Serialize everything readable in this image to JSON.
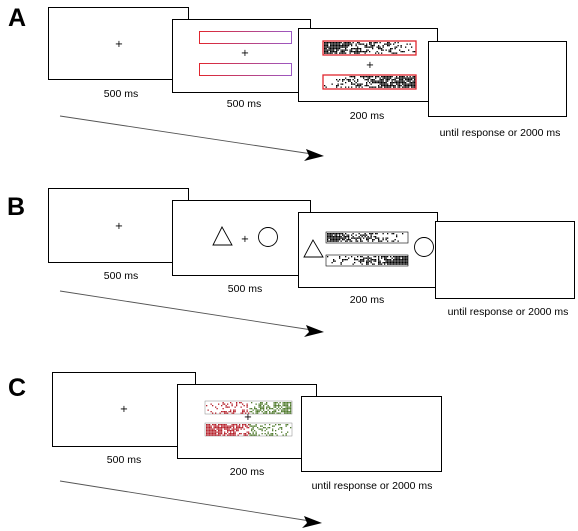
{
  "panels": [
    {
      "letter": "A",
      "fixation": "+",
      "durations": [
        "500 ms",
        "500 ms",
        "200 ms",
        "until response or 2000 ms"
      ]
    },
    {
      "letter": "B",
      "fixation": "+",
      "durations": [
        "500 ms",
        "500 ms",
        "200 ms",
        "until response or 2000 ms"
      ]
    },
    {
      "letter": "C",
      "fixation": "+",
      "durations": [
        "500 ms",
        "200 ms",
        "until response or 2000 ms"
      ]
    }
  ],
  "colors": {
    "outline_red": "#e0262e",
    "outline_purple": "#9b59c4",
    "noise_dark": "#000000",
    "noise_red": "#b5202a",
    "noise_green": "#4f7a2c",
    "arrow": "#555555"
  }
}
